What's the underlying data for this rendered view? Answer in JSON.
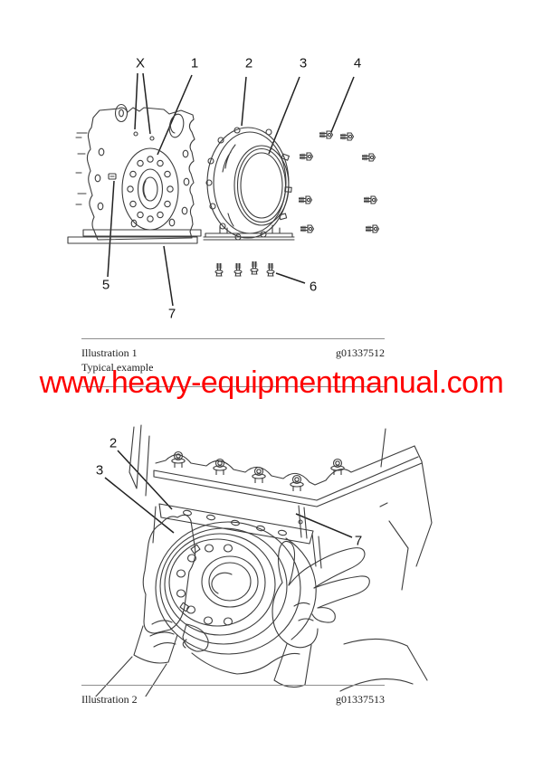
{
  "watermark": {
    "text": "www.heavy-equipmentmanual.com",
    "color": "#fe0000"
  },
  "colors": {
    "line_art": "#3d3d3d",
    "leader_lines": "#212121",
    "divider": "#8e8e8e"
  },
  "illustration1": {
    "caption": "Illustration 1",
    "figure_code": "g01337512",
    "note": "Typical example",
    "callouts": {
      "cx": "X",
      "c1": "1",
      "c2": "2",
      "c3": "3",
      "c4": "4",
      "c5": "5",
      "c6": "6",
      "c7": "7"
    }
  },
  "illustration2": {
    "caption": "Illustration 2",
    "figure_code": "g01337513",
    "callouts": {
      "c2": "2",
      "c3": "3",
      "c7": "7"
    }
  }
}
